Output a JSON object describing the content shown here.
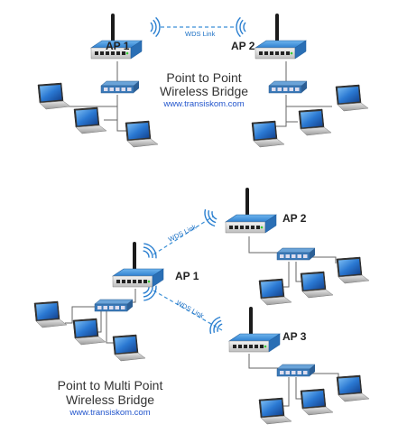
{
  "top_diagram": {
    "ap1_label": "AP 1",
    "ap2_label": "AP 2",
    "link_label": "WDS Link",
    "title_line1": "Point to Point",
    "title_line2": "Wireless Bridge",
    "url": "www.transiskom.com"
  },
  "bottom_diagram": {
    "ap1_label": "AP 1",
    "ap2_label": "AP 2",
    "ap3_label": "AP 3",
    "link_label_1": "WDS Link",
    "link_label_2": "WDS Link",
    "title_line1": "Point to Multi Point",
    "title_line2": "Wireless Bridge",
    "url": "www.transiskom.com"
  },
  "colors": {
    "router_body": "#2e7fcf",
    "router_front": "#e8e8e8",
    "switch_body": "#3a79b8",
    "wds_link": "#3a8fd6",
    "laptop_screen": "#2a78d2",
    "cable": "#666666"
  }
}
